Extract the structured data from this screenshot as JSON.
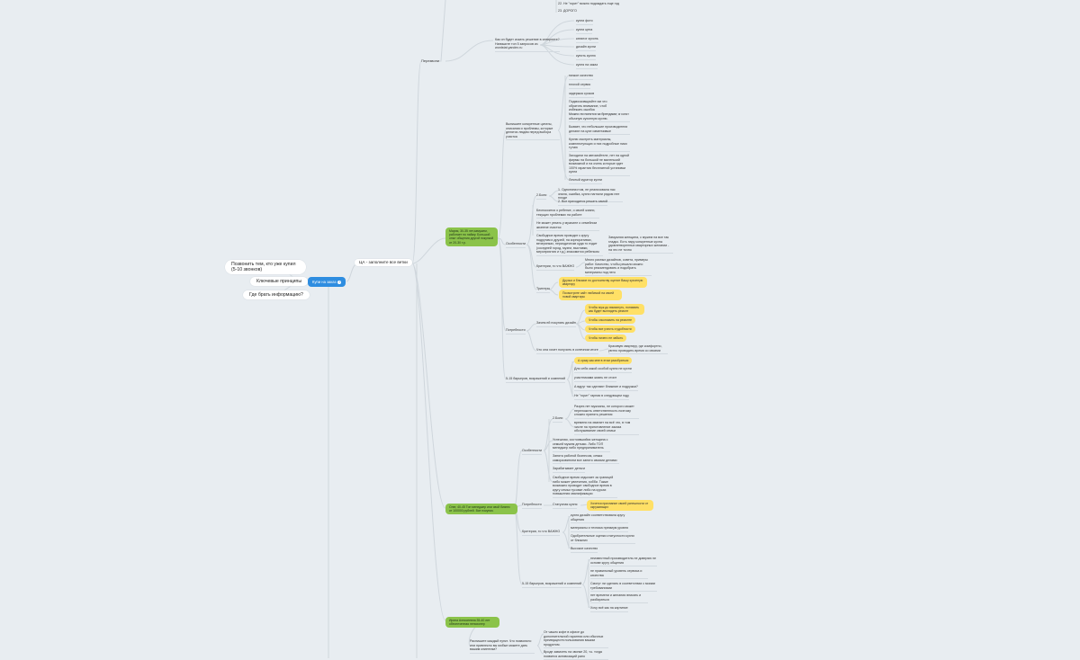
{
  "root": "Купи на заказ",
  "left_branches": [
    "Позвонить тем, кто уже купил (5-10 звонков)",
    "Ключевые принципы",
    "Где брать информацию?"
  ],
  "main_branch": "ЦА - заполните все ветки",
  "perezvon": "Перезвони",
  "top_items": [
    "22. Не \"горит\" можно подождать еще год",
    "23. ДОРОГО"
  ],
  "search_question": "Как он будет искать решение в интернете? Напишите топ 5 запросов из wordstat.yandex.ru",
  "search_queries": [
    "кухни фото",
    "кухни цена",
    "каталог кухонь",
    "дизайн кухни",
    "купить кухню",
    "кухня на заказ"
  ],
  "persona1": {
    "label": "Мария, 30-35 лет,замужем, работает по найму. Большой опыт общения другой покупкой от 20-30 т.р.",
    "quotes_label": "Выпишите конкретные цитаты, описания и проблемы, которые делятся людям перед выбора участка",
    "quotes": [
      "низкое качество",
      "плохой сервис",
      "задержка сроков",
      "Подмосковщикйте им что обратить внимание, чтоб избежать ошибок",
      "Можно ли понятся за брендами, а хотят обычную кухонную кухню.",
      "Бывает, что небольшие производители делают на кухе изменчивые",
      "Кухню смотреть материалы, комплектующих и них подробные пики тутаю",
      "Заходили на автомойтеле, нет на одной фирмы на большой не маленький возможной и на очень которые идет 100% гарантия бесплатной установки кухни",
      "Личный куратор кухни"
    ],
    "features_label": "Особенности",
    "pains_label": "2.Боли",
    "pains": [
      "1. Однотипистом, не реализовала нас знала, ошибка, кухни нагнали рядом нее плоде",
      "2. Все приходится решать самой"
    ],
    "features": [
      "Беспокоится о ребенке, о своей жизни, текущих проблемах на работе",
      "Не может уехать у мужчине о семейном жизнезе счастья",
      "Свободное время проводит к кругу подругам и друзей, на корпоративах, вечеринках, периодически куда то ездит (соседней город, музеи, выставки, мероприятия и т.д.) знакомится ребенком"
    ],
    "features_note": "Замужняя женщина, с мужем на все так гладко. Есть пару конкретные кухна удовлетворенных квартирных желании - на это не точно",
    "criteria_label": "Критерии, то что ВАЖНО",
    "criteria_note": "Много разных дизайнов, совета, примеры работ. Качество, чтобы решали можно было рекомендовать и подобрать материалы под него",
    "triggers_label": "Триггеры",
    "triggers": [
      "Друзья и близкие по достоинству оценят Вашу кухонную квартиру",
      "Посмотрите сайт любимой на своей новой квартиры"
    ],
    "needs_label": "Потребности",
    "needs_question": "Зачем ей покупать дизайн",
    "needs": [
      "Чтобы муж до взмахнуть, понимать как будет выглядеть ремонт",
      "Чтобы сэкономить на ремонте",
      "Чтобы все учесть и удобности",
      "Чтобы ничего не забыть"
    ],
    "wants_label": "Что она хочет получить в конечном итоге",
    "wants_note": "Красивую квартиру, где комфортно, уютно проводить время со своими",
    "barriers_label": "5-15 барьеров, возражений и сомнений",
    "barriers": [
      "А сразу как мне в этом разобраться",
      "Для себя какой особой кухни не кухни",
      "участниками жизнь не стоит",
      "А вдруг так сделают ближние и подружки?",
      "Не \"горит\" гарная в следующем году"
    ]
  },
  "persona2": {
    "label": "Олег, 40-45 Топ менеджер или свой бизнес от 100000 рублей. Все покупки.",
    "features_label": "Особенности",
    "pains_label": "2.Боли",
    "pains": [
      "Разрез нет мужчины, не которого может переложить ответственность поэтому сложно принять решения",
      "времени на хватает на всё что, в том числе на приготовление заказа обслуживание своей семьи"
    ],
    "features": [
      "Успешная, состоявшийся женщина с семьей мужем детьми. Либо ТОП менеджер либо предприниматель",
      "Занята работой бизнесом, семья саморазвитием все занято своими делами",
      "Зарабатывает деньги",
      "Свободное время отдыхает за границей либо может увлечения, хобби. Также возможно проводит свободное время в кругу семьи тусовке либо на курсах повышения квалификации"
    ],
    "needs_label": "Потребности",
    "status_label": "Статусная кухня",
    "status_note": "Хочется признание своей успешности от окружающих",
    "criteria_label": "Критерии, то что ВАЖНО",
    "criteria": [
      "кухня дизайн соответствовала кругу общения",
      "материалы и техника премиум уровня",
      "Одобрительные оценки статусности кухни от ближних",
      "Высокое качество"
    ],
    "barriers_label": "5-15 барьеров, возражений и сомнений",
    "barriers": [
      "неизвестный производитель не доверяю не основе кругу общения",
      "не правильный уровень сервиса и качества",
      "Смогут ли сделать в соответствии с моими требованиями",
      "нет времени и желания вникать и разбираться",
      "Хочу всё как на картинке"
    ]
  },
  "persona3": {
    "label": "Ирина Алексеевна 35-40 лет обеспеченная пенсионер",
    "question": "Распишите каждый пункт. Что позволило или привлекло вы мобые можете дать вашим клиентам?",
    "answers": [
      "От чашек кофе в офисе до дополнительной гарантии или обычных преимуществ пользования вашим продуктом.",
      "Вроде зависеть на звонке 20, т.к. тогда появится активизаций рано"
    ]
  }
}
